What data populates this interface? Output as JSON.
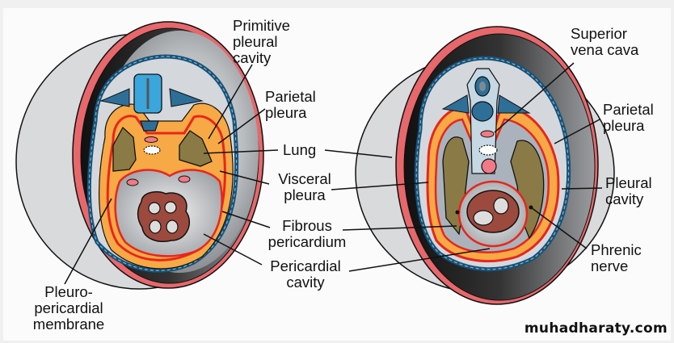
{
  "figure": {
    "left_panel": {
      "labels": {
        "primitive_pleural_cavity": "Primitive\npleural\ncavity",
        "parietal_pleura": "Parietal\npleura",
        "pleuro_pericardial_membrane": "Pleuro-\npericardial\nmembrane"
      }
    },
    "shared_labels": {
      "lung": "Lung",
      "visceral_pleura": "Visceral\npleura",
      "fibrous_pericardium": "Fibrous\npericardium",
      "pericardial_cavity": "Pericardial\ncavity"
    },
    "right_panel": {
      "labels": {
        "superior_vena_cava": "Superior\nvena cava",
        "parietal_pleura": "Parietal\npleura",
        "pleural_cavity": "Pleural\ncavity",
        "phrenic_nerve": "Phrenic\nnerve"
      }
    },
    "colors": {
      "body_wall": "#e8676b",
      "body_shadow": "#1a1a1a",
      "membrane": "#f7a945",
      "pleura_red": "#e8261c",
      "lung": "#8a7a45",
      "vertebra": "#3aa6dc",
      "heart": "#9c4a3e",
      "tissue": "#c8ccd0"
    }
  },
  "watermark": "muhadharaty.com"
}
